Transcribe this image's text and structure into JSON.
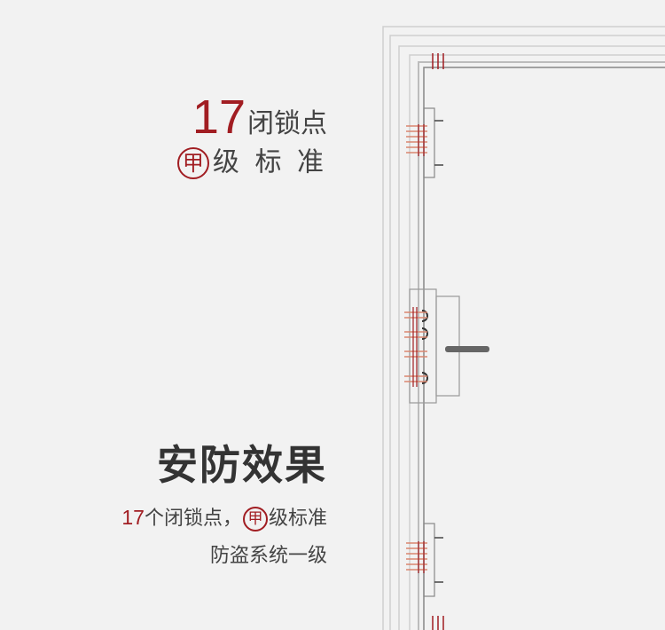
{
  "callout_top": {
    "number": "17",
    "title": "闭锁点",
    "grade_char": "甲",
    "grade_text": "级 标 准"
  },
  "feature": {
    "headline": "安防效果",
    "line1_number": "17",
    "line1_text": "个闭锁点，",
    "line1_grade_char": "甲",
    "line1_grade_text": "级标准",
    "line2": "防盗系统一级"
  },
  "colors": {
    "accent": "#a11d22",
    "text": "#444444",
    "background": "#f2f2f2",
    "door_line": "#cfcfcf",
    "handle": "#666666"
  }
}
